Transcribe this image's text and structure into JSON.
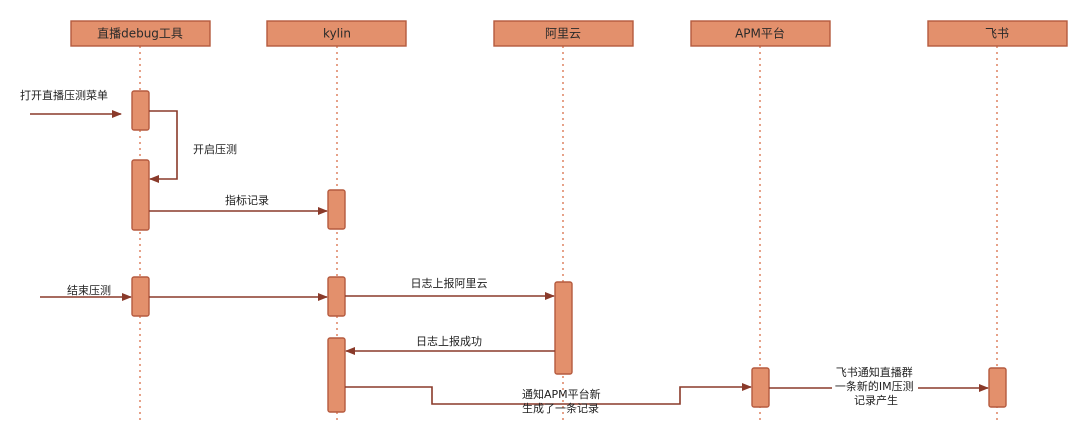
{
  "participants": [
    {
      "id": "debug",
      "label": "直播debug工具"
    },
    {
      "id": "kylin",
      "label": "kylin"
    },
    {
      "id": "aliyun",
      "label": "阿里云"
    },
    {
      "id": "apm",
      "label": "APM平台"
    },
    {
      "id": "feishu",
      "label": "飞书"
    }
  ],
  "messages": {
    "open_menu": "打开直播压测菜单",
    "start_test": "开启压测",
    "metric_record": "指标记录",
    "end_test": "结束压测",
    "log_report": "日志上报阿里云",
    "log_report_success": "日志上报成功",
    "notify_apm": [
      "通知APM平台新",
      "生成了一条记录"
    ],
    "feishu_notify": [
      "飞书通知直播群",
      "一条新的IM压测",
      "记录产生"
    ]
  },
  "colors": {
    "box_fill": "#e3906c",
    "box_stroke": "#b55a3e",
    "lifeline": "#e08a6c",
    "arrow": "#8a3a2a"
  }
}
